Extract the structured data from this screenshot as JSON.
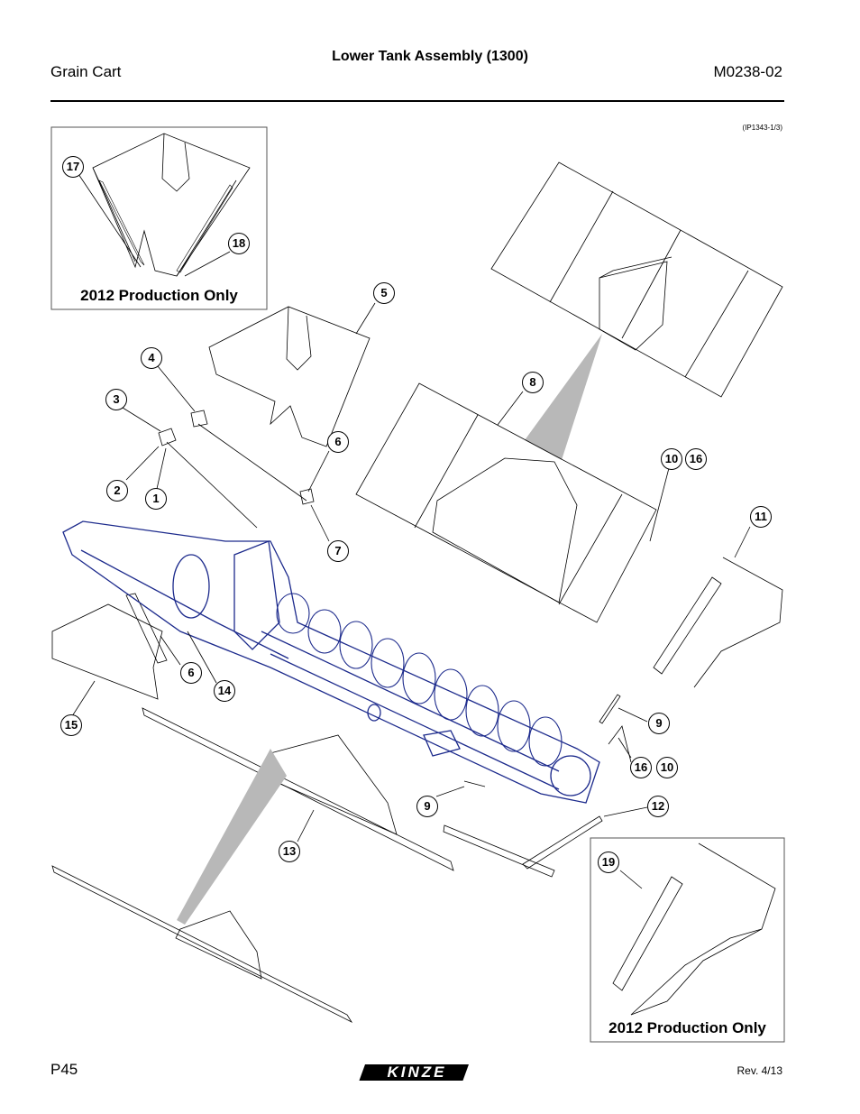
{
  "header": {
    "left": "Grain Cart",
    "title": "Lower Tank Assembly (1300)",
    "right": "M0238-02"
  },
  "figure_ref": "(IP1343-1/3)",
  "insets": [
    {
      "label": "2012 Production Only"
    },
    {
      "label": "2012 Production Only"
    }
  ],
  "callouts": [
    "17",
    "18",
    "5",
    "4",
    "3",
    "2",
    "1",
    "6",
    "7",
    "8",
    "10",
    "16",
    "11",
    "6",
    "14",
    "15",
    "9",
    "16",
    "10",
    "9",
    "12",
    "13",
    "19"
  ],
  "footer": {
    "page": "P45",
    "brand": "KINZE",
    "revision": "Rev. 4/13"
  },
  "colors": {
    "frame_blue": "#1c2a8c",
    "line": "#000000",
    "shade": "#b8b8b8"
  }
}
